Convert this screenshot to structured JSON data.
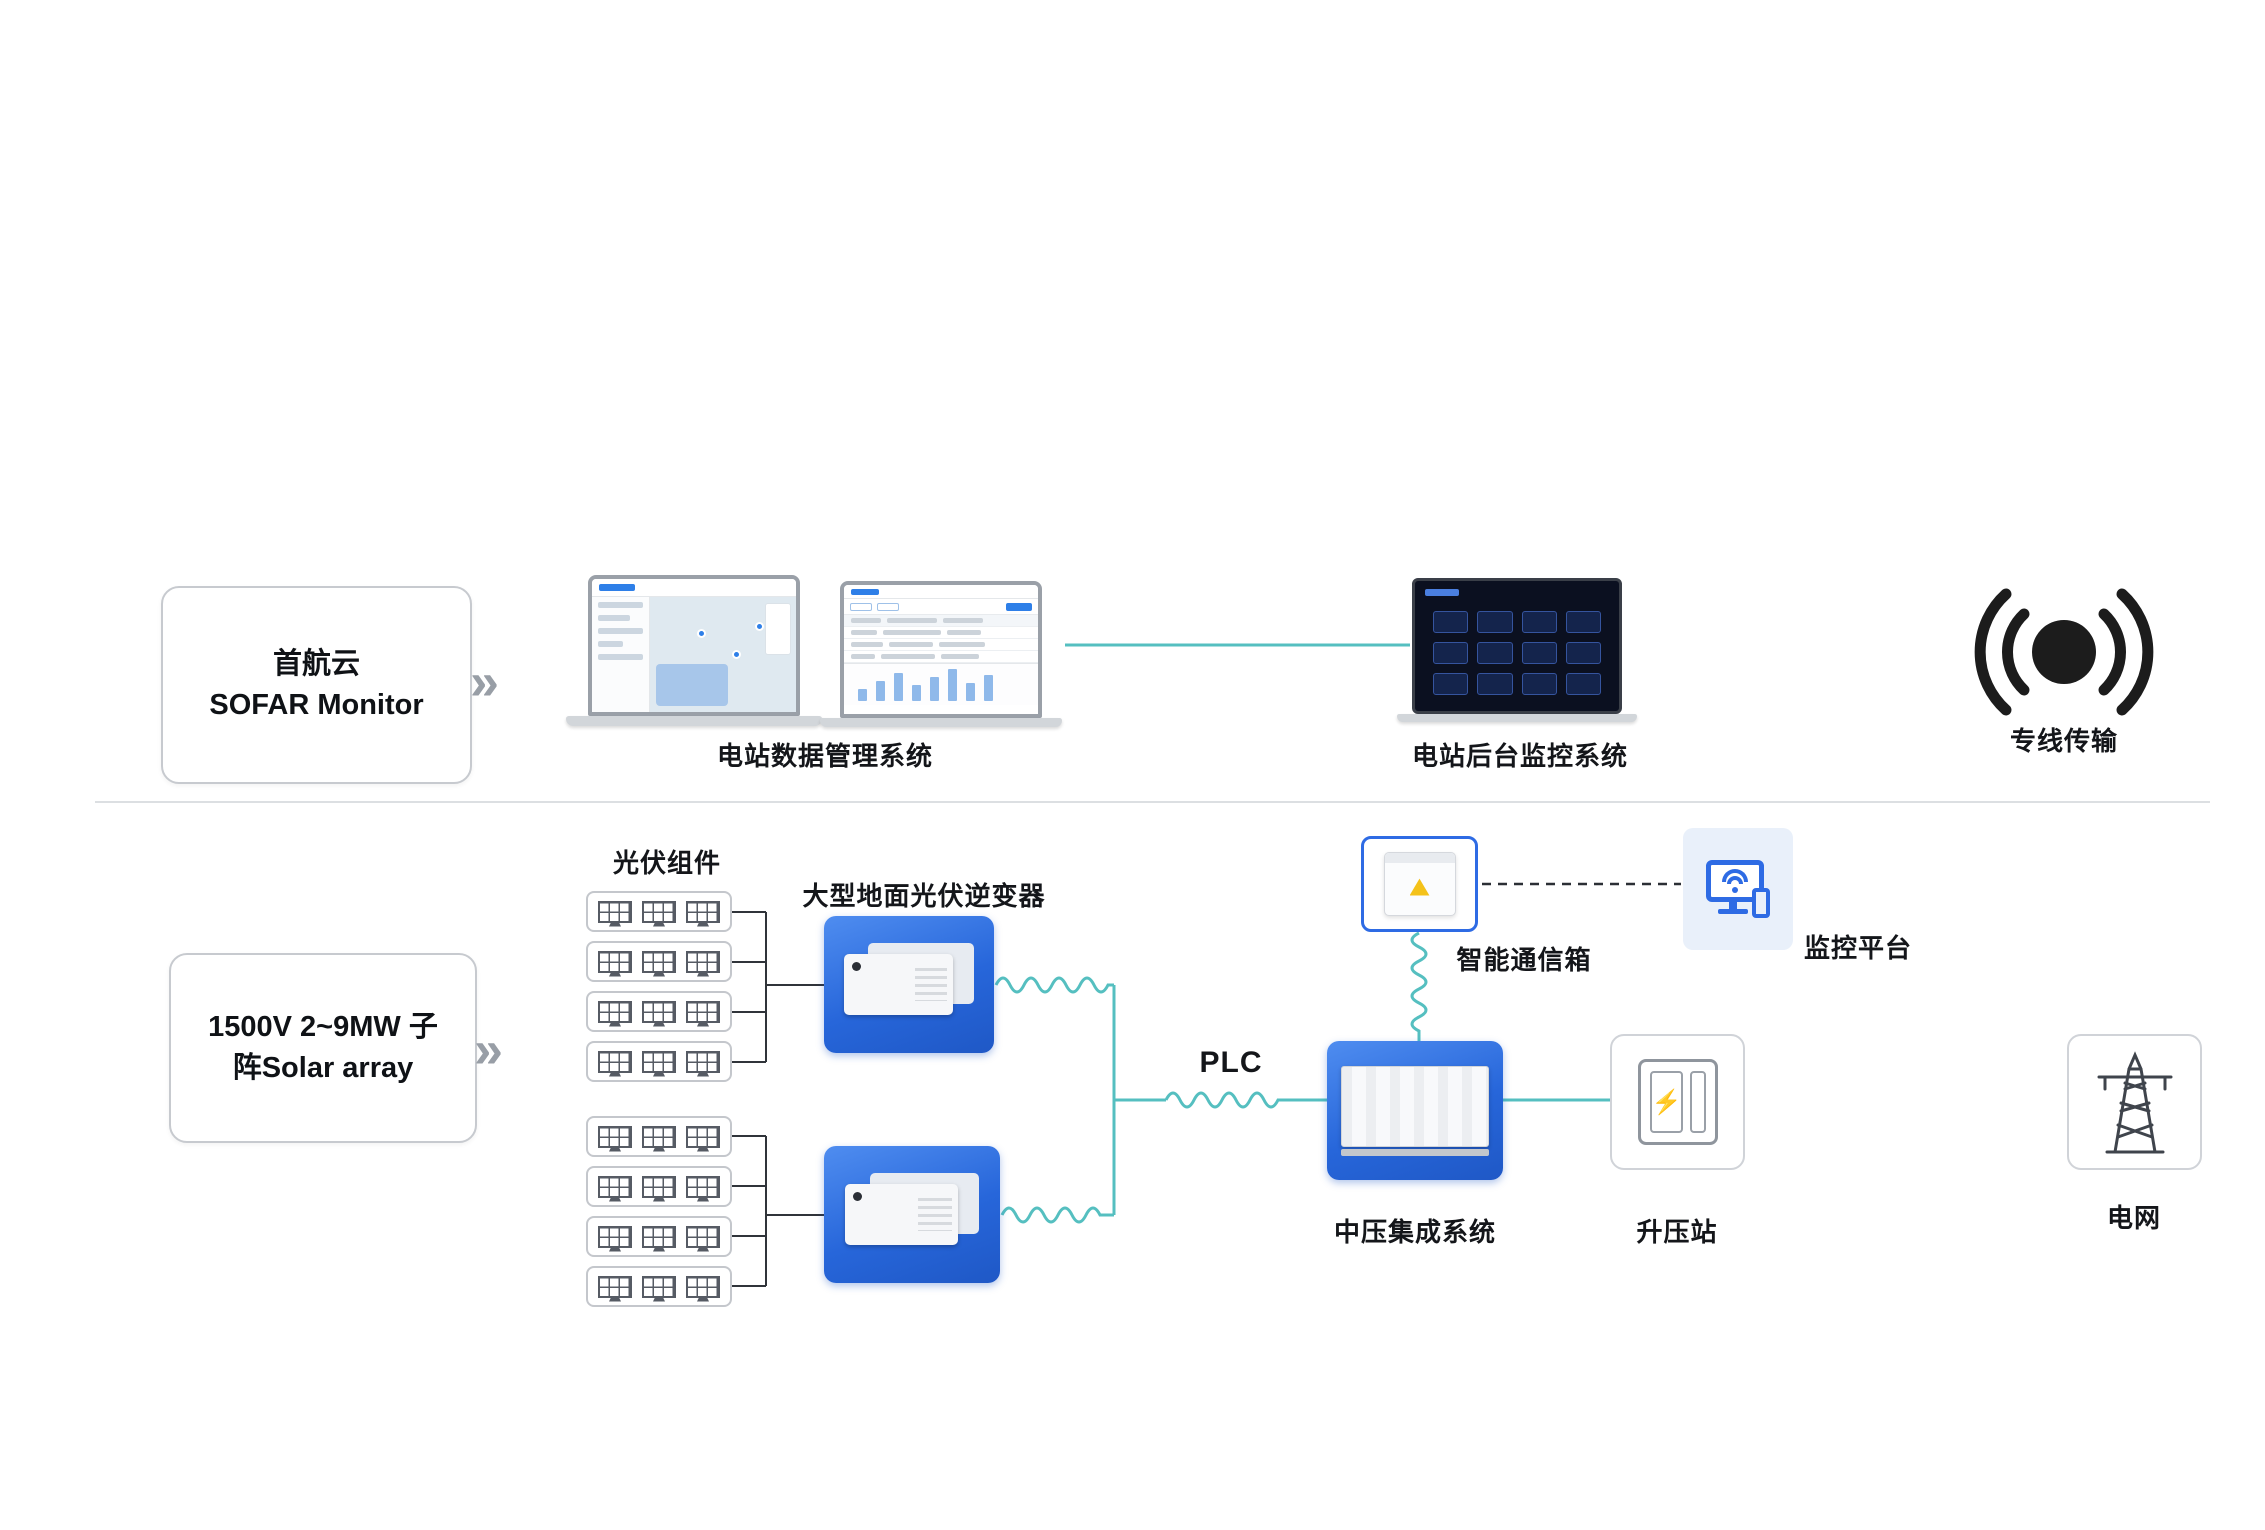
{
  "colors": {
    "teal": "#55bfc0",
    "blue": "#2e6be4",
    "dark": "#1c1f24",
    "light_blue_bg": "#e9f0fa"
  },
  "top": {
    "sofar_box": {
      "line1": "首航云",
      "line2": "SOFAR Monitor",
      "chevron": "»"
    },
    "data_mgmt_label": "电站数据管理系统",
    "monitor_label": "电站后台监控系统",
    "transmission_label": "专线传输"
  },
  "bottom": {
    "array_box": {
      "line1": "1500V 2~9MW 子",
      "line2": "阵Solar array",
      "chevron": "»"
    },
    "pv_label": "光伏组件",
    "inverter_label": "大型地面光伏逆变器",
    "plc_label": "PLC",
    "mv_label": "中压集成系统",
    "comm_label": "智能通信箱",
    "platform_label": "监控平台",
    "booster_label": "升压站",
    "grid_label": "电网",
    "booster_bolt": "⚡"
  }
}
